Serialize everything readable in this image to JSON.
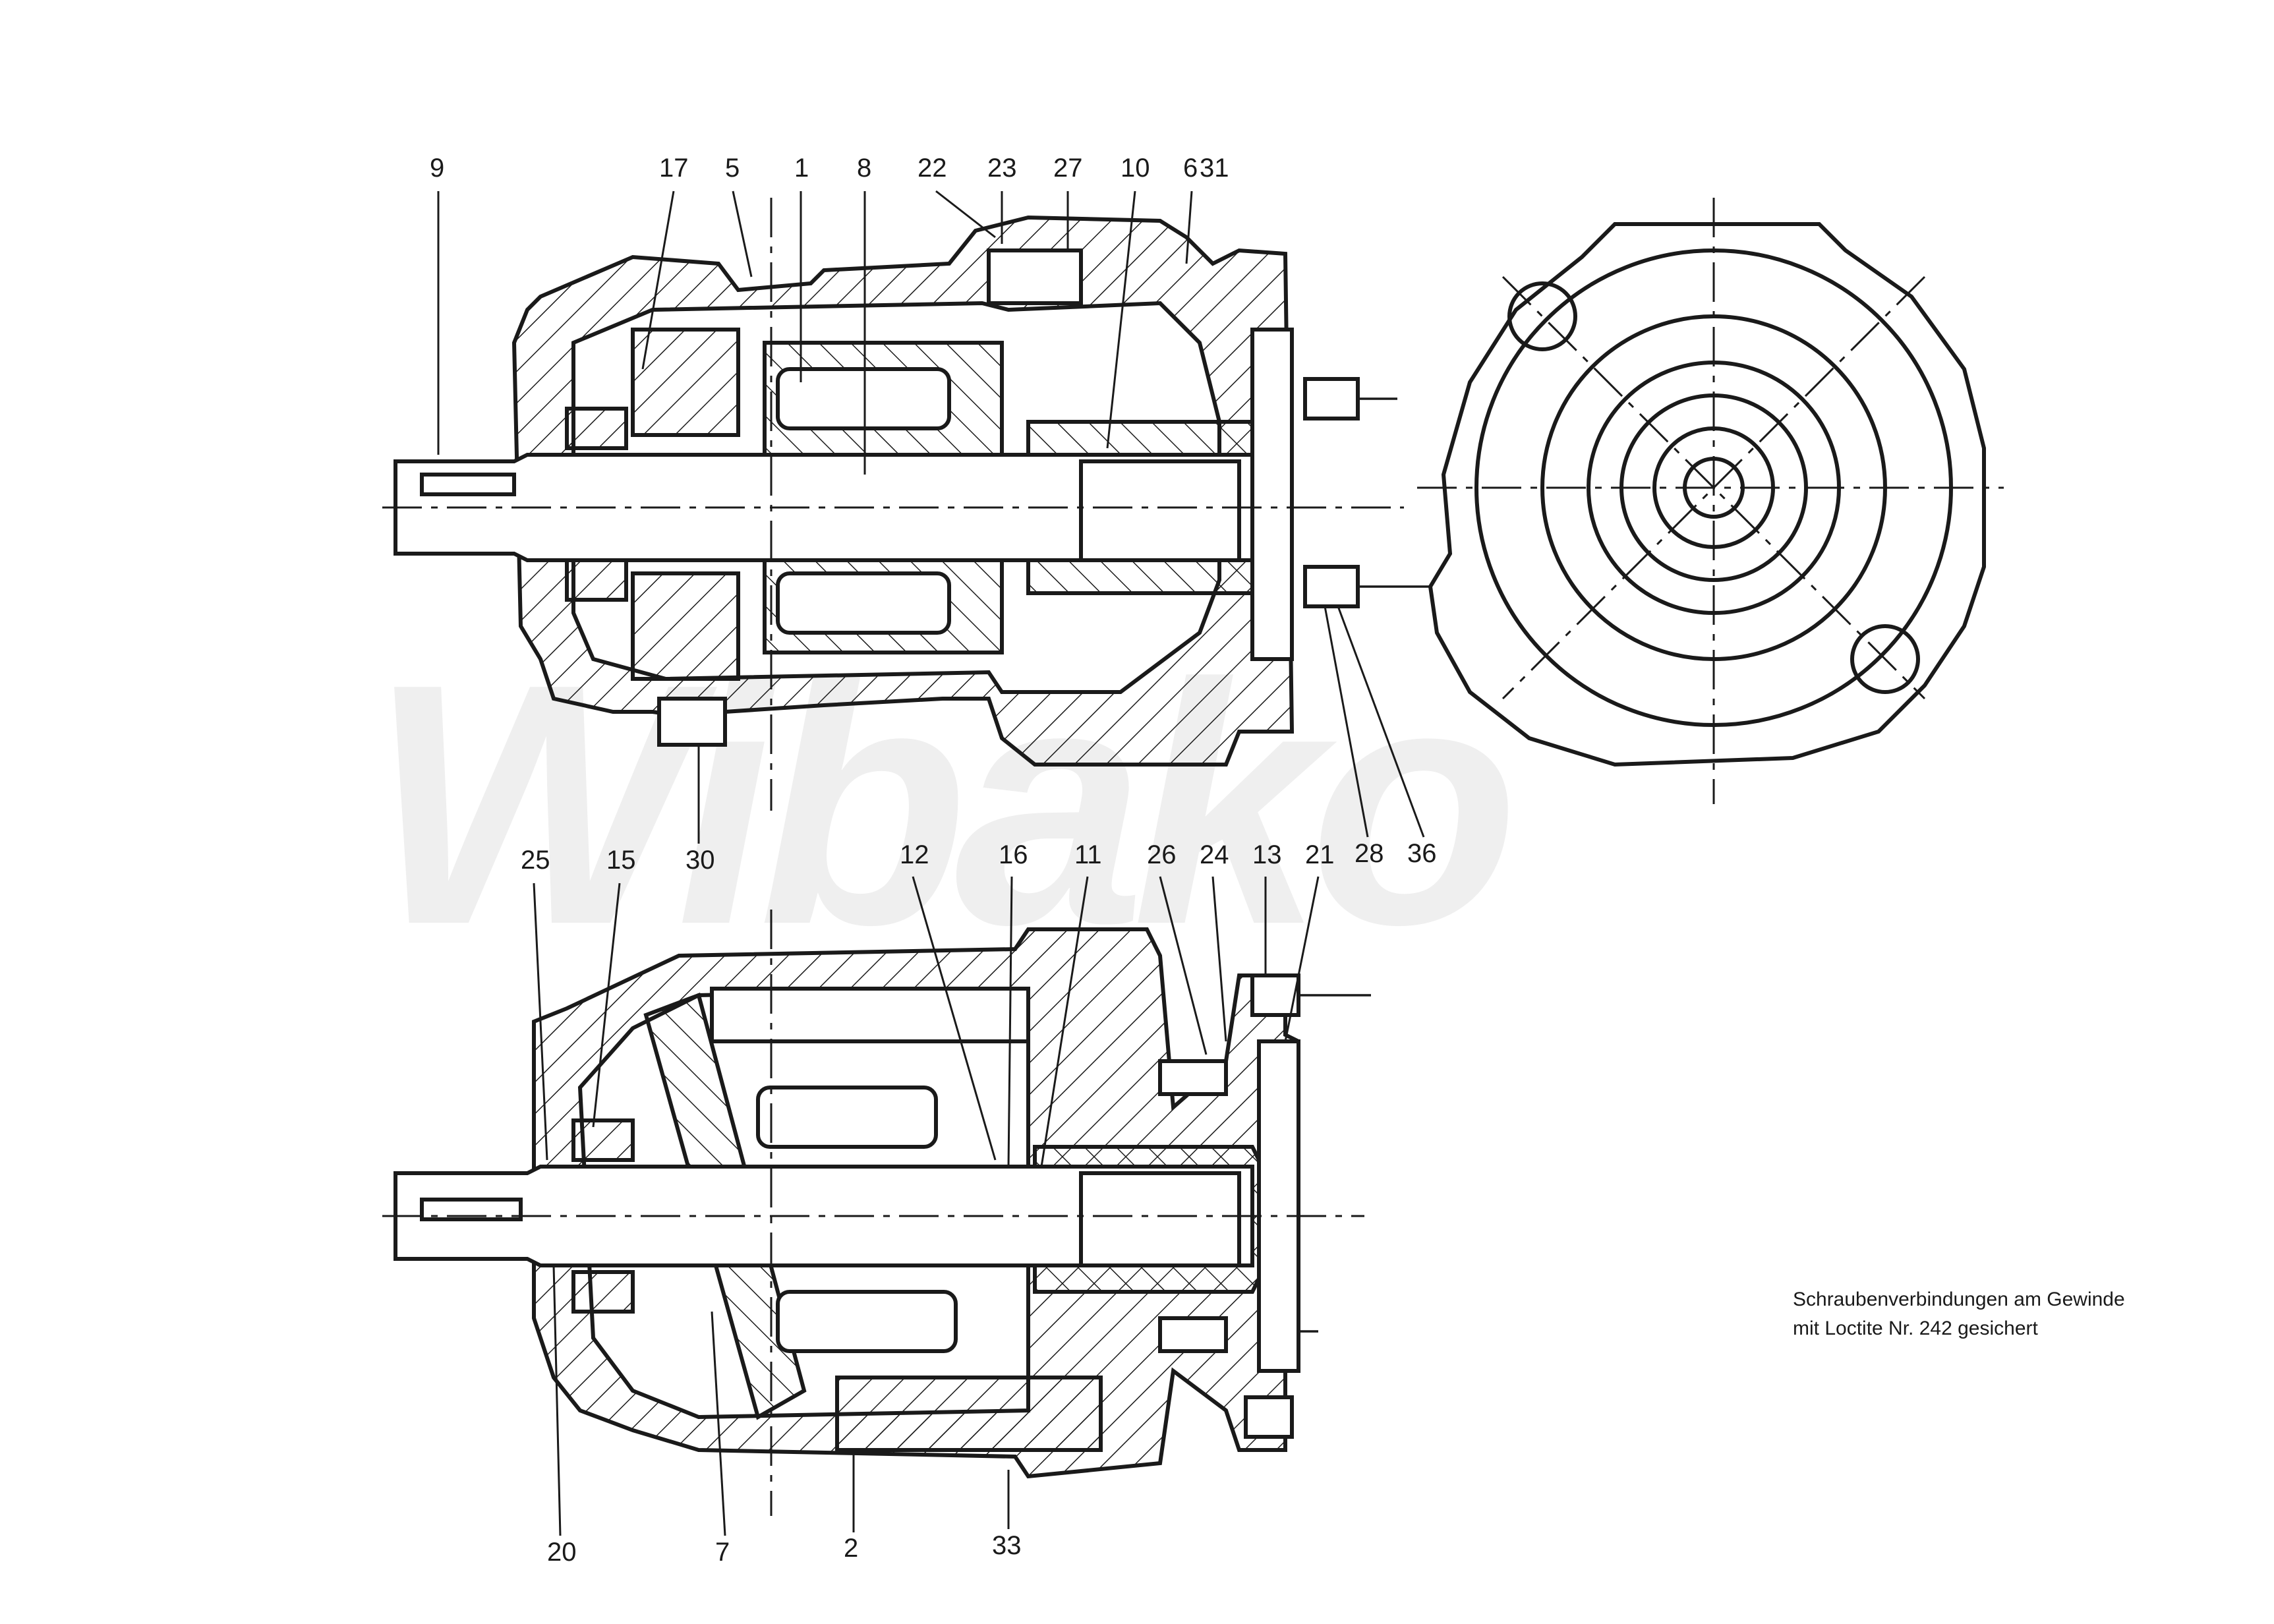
{
  "watermark": "Wibako",
  "note": {
    "line1": "Schraubenverbindungen am Gewinde",
    "line2": "mit Loctite Nr. 242 gesichert"
  },
  "callouts_top": [
    "9",
    "17",
    "5",
    "1",
    "8",
    "22",
    "23",
    "27",
    "10",
    "6",
    "31"
  ],
  "callouts_top_bottom": [
    "30",
    "28",
    "36"
  ],
  "callouts_bottom_top": [
    "25",
    "15",
    "12",
    "16",
    "11",
    "26",
    "24",
    "13",
    "21"
  ],
  "callouts_bottom_bottom": [
    "20",
    "7",
    "2",
    "33"
  ]
}
